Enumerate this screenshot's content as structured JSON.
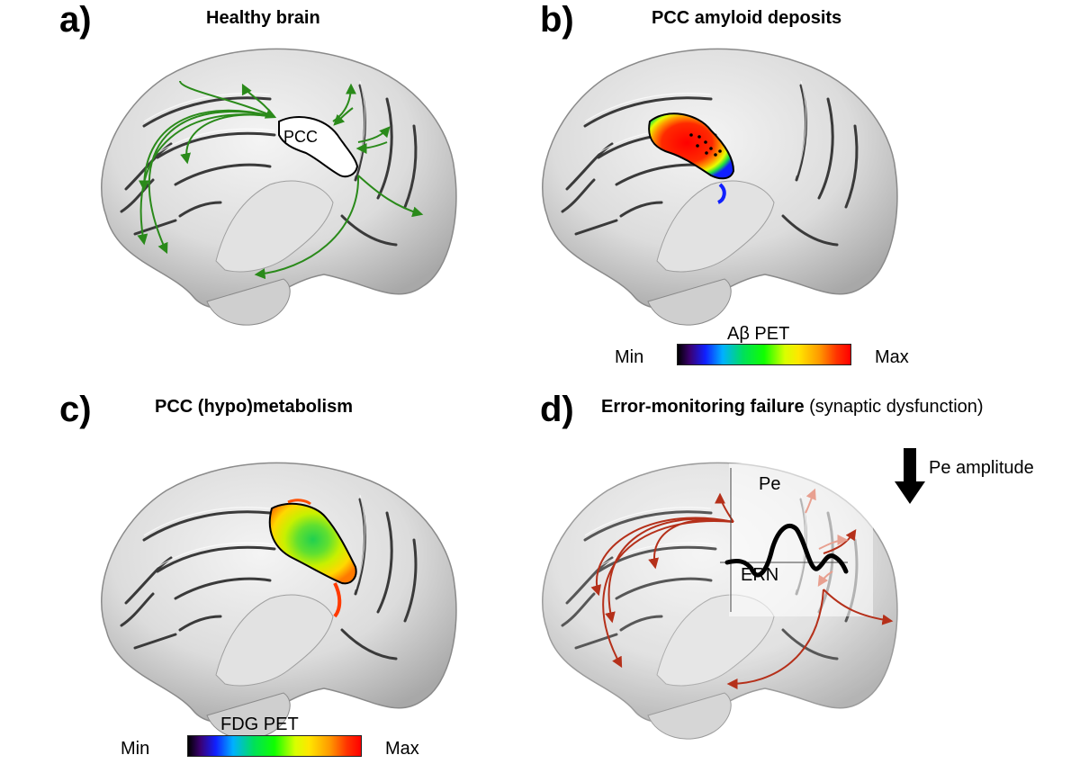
{
  "panels": {
    "a": {
      "letter": "a)",
      "title": "Healthy brain",
      "region_label": "PCC"
    },
    "b": {
      "letter": "b)",
      "title": "PCC amyloid deposits",
      "colorbar": {
        "label": "Aβ PET",
        "min": "Min",
        "max": "Max"
      }
    },
    "c": {
      "letter": "c)",
      "title": "PCC (hypo)metabolism",
      "colorbar": {
        "label": "FDG PET",
        "min": "Min",
        "max": "Max"
      }
    },
    "d": {
      "letter": "d)",
      "title_bold": "Error-monitoring failure",
      "title_normal": "(synaptic dysfunction)",
      "wave_labels": {
        "positive": "Pe",
        "negative": "ERN"
      },
      "effect_label": "Pe amplitude"
    }
  },
  "colors": {
    "healthy_connections": "#2a8a1a",
    "impaired_connections": "#b5301a",
    "brain_fill": "#dcdcdc",
    "sulcus": "#3a3a3a"
  }
}
